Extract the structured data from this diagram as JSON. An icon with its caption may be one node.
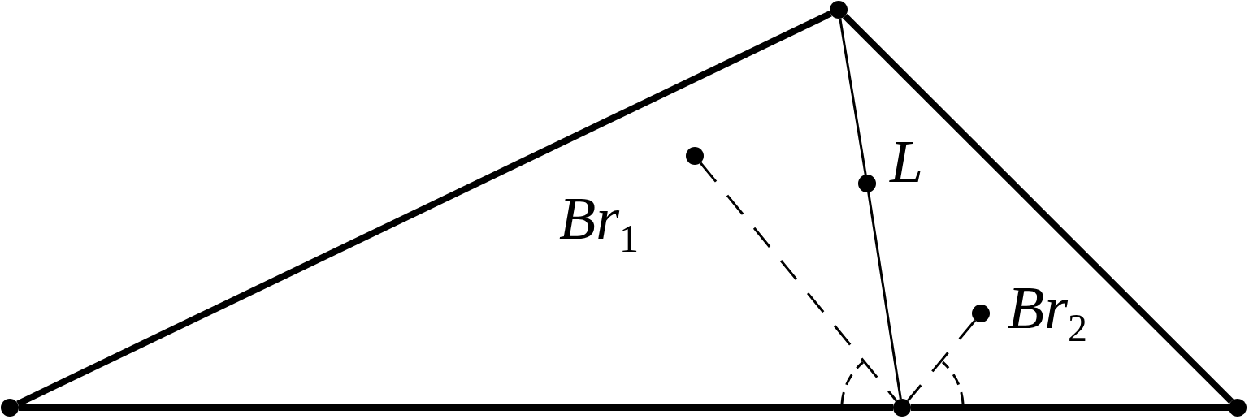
{
  "diagram": {
    "nodes": [
      {
        "text": [],
        "shape": "circle"
      },
      {
        "text": [],
        "shape": "circle"
      },
      {
        "text": [],
        "shape": "circle"
      },
      {
        "text": [],
        "shape": "circle"
      },
      {
        "text": [],
        "shape": "circle"
      },
      {
        "text": [],
        "shape": "circle"
      },
      {
        "text": [],
        "shape": "circle"
      }
    ],
    "edges": [
      {
        "from": 0,
        "to": 1,
        "arrow": "none",
        "style": "thick"
      },
      {
        "from": 1,
        "to": 2,
        "arrow": "none",
        "style": "thick"
      },
      {
        "from": 0,
        "to": 3,
        "arrow": "none",
        "style": "thick"
      },
      {
        "from": 3,
        "to": 2,
        "arrow": "none",
        "style": "thick"
      },
      {
        "from": 1,
        "to": 4,
        "arrow": "none"
      },
      {
        "from": 4,
        "to": 3,
        "arrow": "none"
      },
      {
        "from": 5,
        "to": 3,
        "arrow": "none",
        "style": "dashed"
      },
      {
        "from": 6,
        "to": 3,
        "arrow": "none",
        "style": "dashed"
      }
    ],
    "labels": [
      "L",
      "Br$_{1}$",
      "Br$_{2}$"
    ]
  }
}
